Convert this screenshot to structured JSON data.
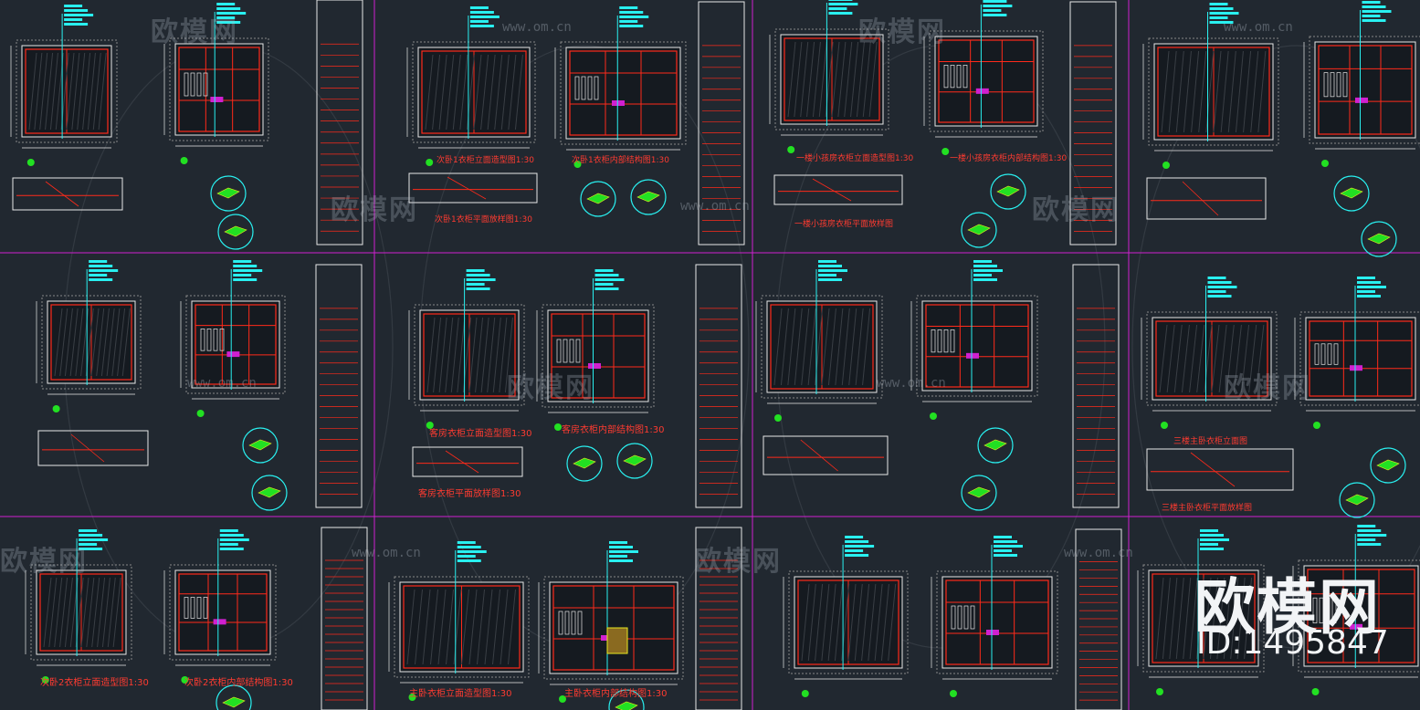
{
  "watermark": {
    "logo_text": "欧模网",
    "url_text": "www.om.cn",
    "big_brand": "欧模网",
    "id_text": "ID:1495847"
  },
  "captions": {
    "cap_r1c2_a": "次卧1衣柜立面造型图1:30",
    "cap_r1c2_b": "次卧1衣柜内部结构图1:30",
    "cap_r1c2_c": "次卧1衣柜平面放样图1:30",
    "cap_r1c3_a": "一楼小孩房衣柜立面造型图1:30",
    "cap_r1c3_b": "一楼小孩房衣柜内部结构图1:30",
    "cap_r1c3_c": "一楼小孩房衣柜平面放样图",
    "cap_r2c2_a": "客房衣柜立面造型图1:30",
    "cap_r2c2_b": "客房衣柜内部结构图1:30",
    "cap_r2c2_c": "客房衣柜平面放样图1:30",
    "cap_r2c4_a": "三楼主卧衣柜立面图",
    "cap_r2c4_b": "三楼主卧衣柜平面放样图",
    "cap_r3c1_a": "次卧2衣柜立面造型图1:30",
    "cap_r3c1_b": "次卧2衣柜内部结构图1:30",
    "cap_r3c2_a": "主卧衣柜立面造型图1:30",
    "cap_r3c2_b": "主卧衣柜内部结构图1:30"
  }
}
